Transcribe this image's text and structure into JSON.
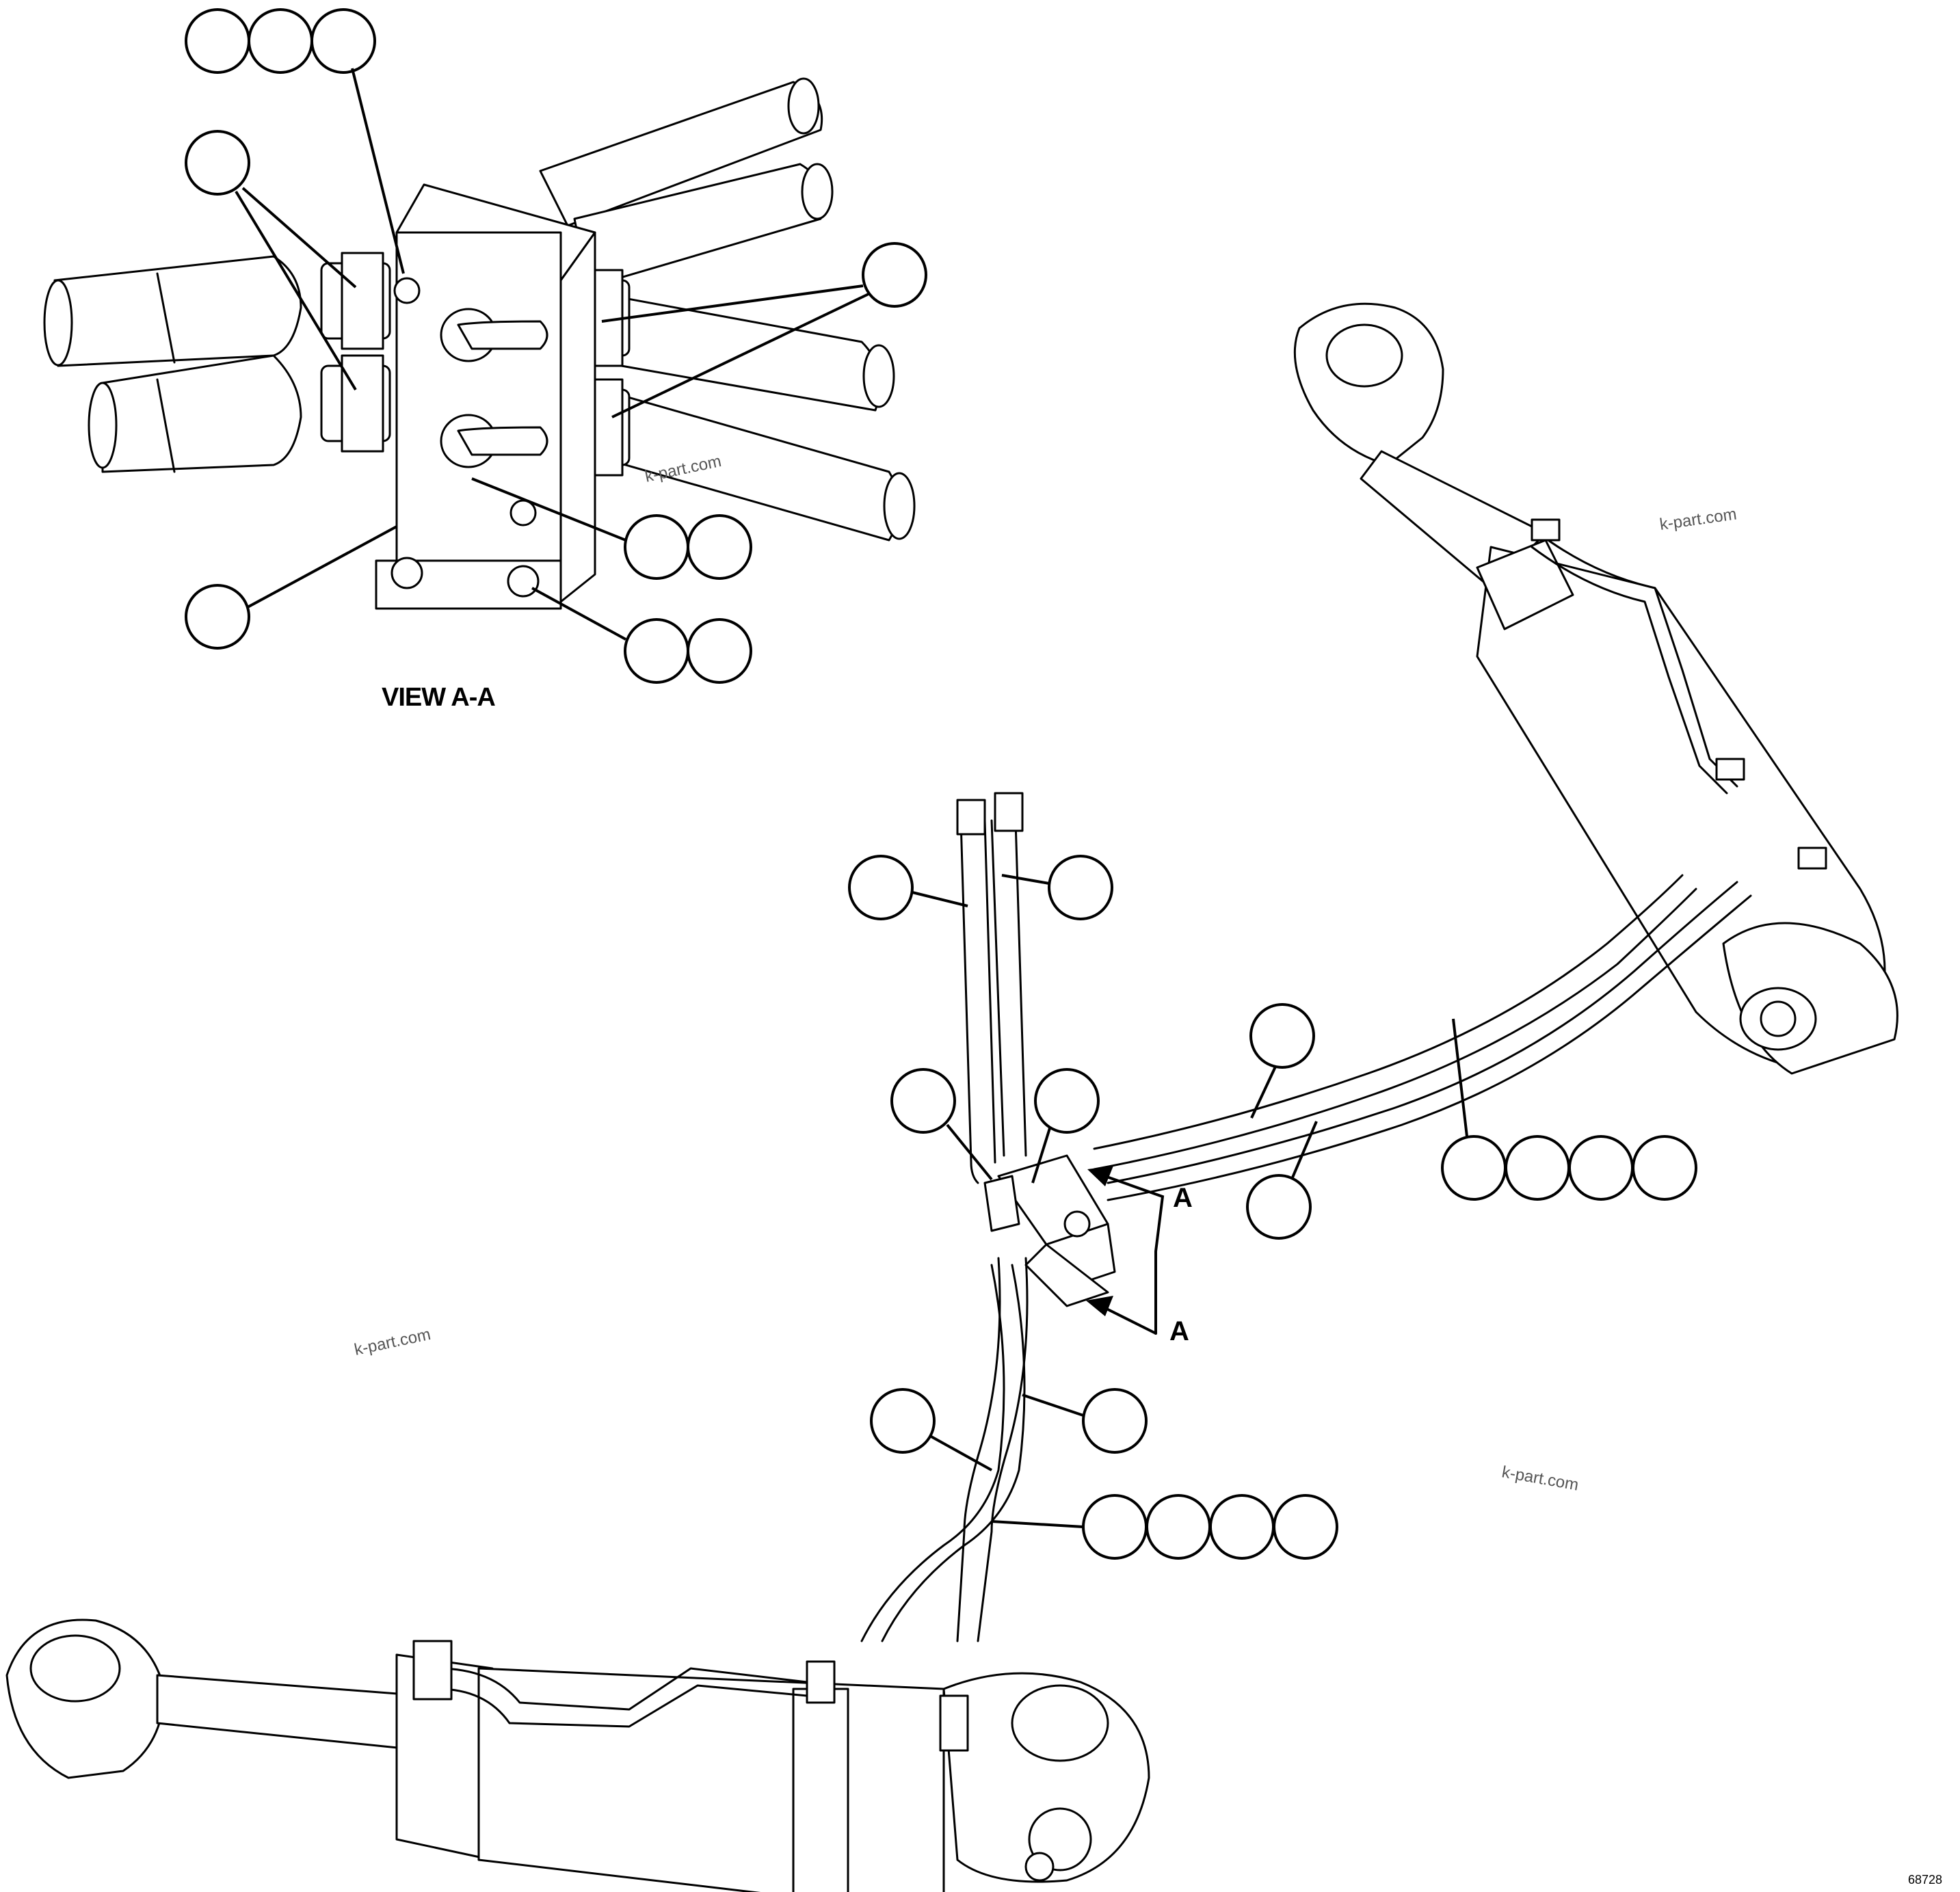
{
  "view_label": "VIEW A-A",
  "section_arrow_label_1": "A",
  "section_arrow_label_2": "A",
  "watermarks": [
    "k-part.com",
    "k-part.com",
    "k-part.com",
    "k-part.com"
  ],
  "figure_number": "68728"
}
